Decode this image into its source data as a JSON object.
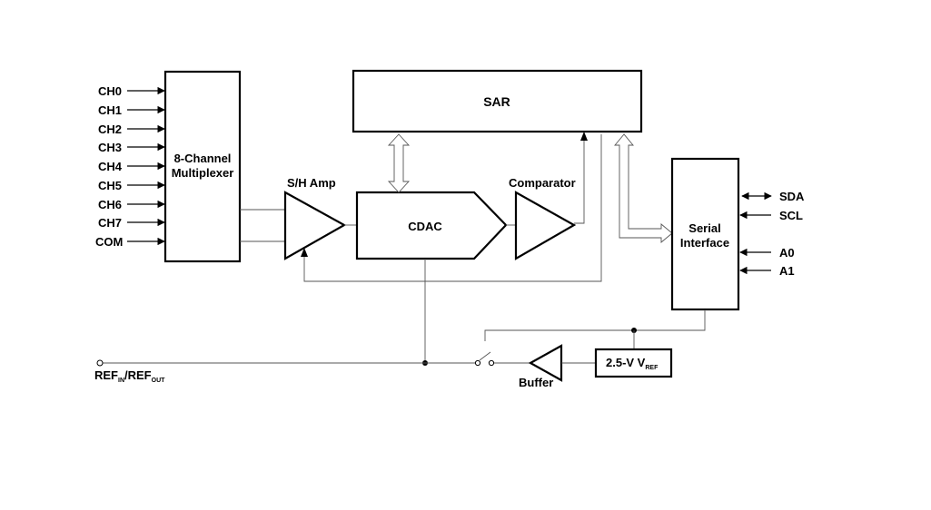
{
  "inputs": {
    "channels": [
      "CH0",
      "CH1",
      "CH2",
      "CH3",
      "CH4",
      "CH5",
      "CH6",
      "CH7",
      "COM"
    ]
  },
  "blocks": {
    "mux_line1": "8-Channel",
    "mux_line2": "Multiplexer",
    "sar": "SAR",
    "sh_amp": "S/H Amp",
    "cdac": "CDAC",
    "comparator": "Comparator",
    "serial_line1": "Serial",
    "serial_line2": "Interface",
    "buffer": "Buffer",
    "vref_main": "2.5-V V",
    "vref_sub": "REF"
  },
  "ref_pin": {
    "main1": "REF",
    "sub1": "IN",
    "main2": "/REF",
    "sub2": "OUT"
  },
  "serial_pins": [
    "SDA",
    "SCL",
    "A0",
    "A1"
  ]
}
